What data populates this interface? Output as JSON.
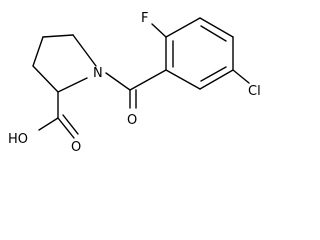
{
  "molecule": {
    "atoms": {
      "fluorine": "F",
      "nitrogen": "N",
      "chlorine": "Cl",
      "carbonyl_oxygen": "O",
      "hydroxyl": "HO",
      "acid_oxygen": "O"
    }
  }
}
